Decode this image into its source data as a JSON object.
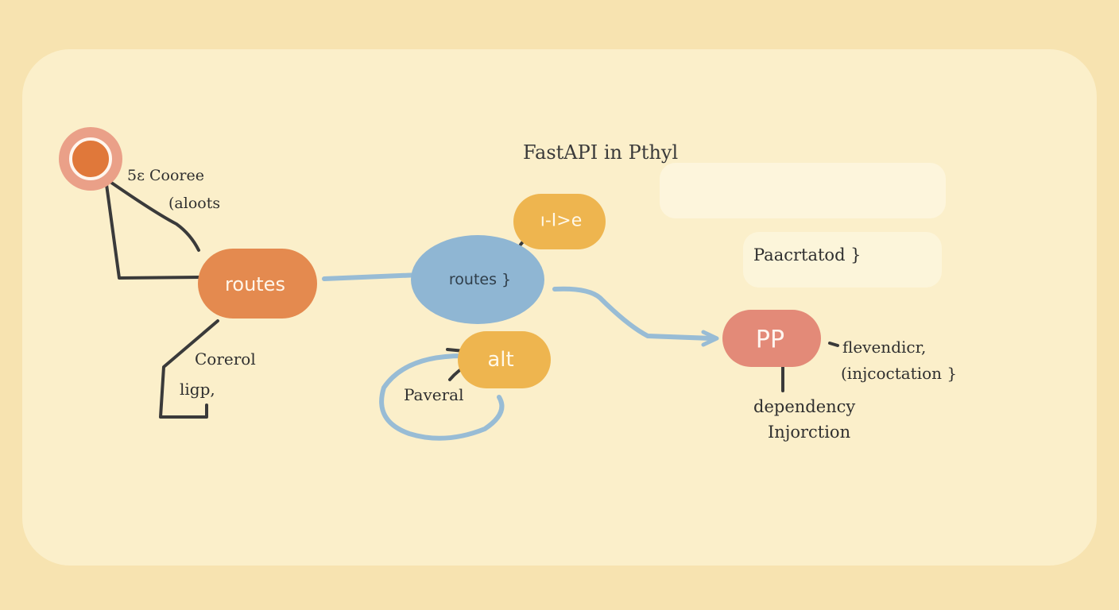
{
  "title": "FastAPI in Pthyl",
  "colors": {
    "background": "#f7e3b0",
    "panel": "#fbf1cf",
    "orange_node": "#e48a4f",
    "blue_node": "#8fb6d3",
    "yellow_node": "#eeb54f",
    "pink_node": "#e38a78",
    "ink": "#3a3a3a",
    "connector": "#98bcd5"
  },
  "nodes": {
    "start_circle": {
      "icon": "circle-icon"
    },
    "routes_orange": {
      "label": "routes"
    },
    "routes_blue": {
      "label": "routes }"
    },
    "yellow_top": {
      "label": "ı-I>e"
    },
    "yellow_alt": {
      "label": "alt"
    },
    "pink_pp": {
      "label": "PP"
    }
  },
  "labels": {
    "sc_cooree": "5ɛ Cooree",
    "caloots": "(aloots",
    "corerol": "Corerol",
    "ligp": "ligp,",
    "paveral": "Paveral",
    "paacrtatod": "Paacrtatod }",
    "flevendicr": "flevendicr,",
    "injcoctation": "(injcoctation }",
    "dependency": "dependency",
    "injorction": "Injorction"
  }
}
